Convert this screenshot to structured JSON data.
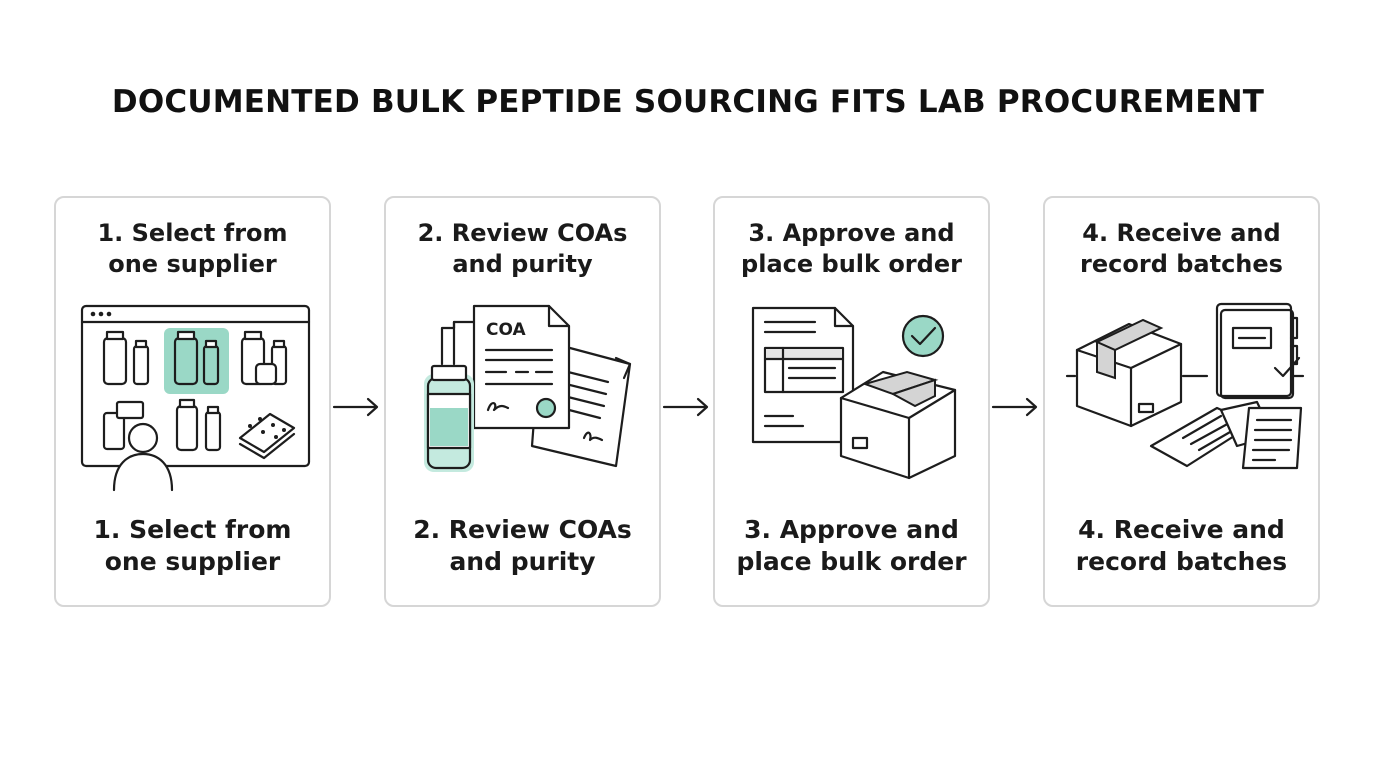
{
  "title": "DOCUMENTED BULK PEPTIDE SOURCING FITS LAB PROCUREMENT",
  "accent_color": "#9ad8c6",
  "steps": [
    {
      "heading": [
        "1. Select from",
        "one supplier"
      ],
      "caption": [
        "1. Select from",
        "one supplier"
      ],
      "icon": "supplier-catalog-icon"
    },
    {
      "heading": [
        "2. Review COAs",
        "and purity"
      ],
      "caption": [
        "2. Review COAs",
        "and purity"
      ],
      "icon": "coa-document-icon",
      "icon_text": "COA"
    },
    {
      "heading": [
        "3. Approve and",
        "place bulk order"
      ],
      "caption": [
        "3. Approve and",
        "place bulk order"
      ],
      "icon": "order-box-icon"
    },
    {
      "heading": [
        "4. Receive and",
        "record batches"
      ],
      "caption": [
        "4. Receive and",
        "record batches"
      ],
      "icon": "receive-record-icon"
    }
  ]
}
